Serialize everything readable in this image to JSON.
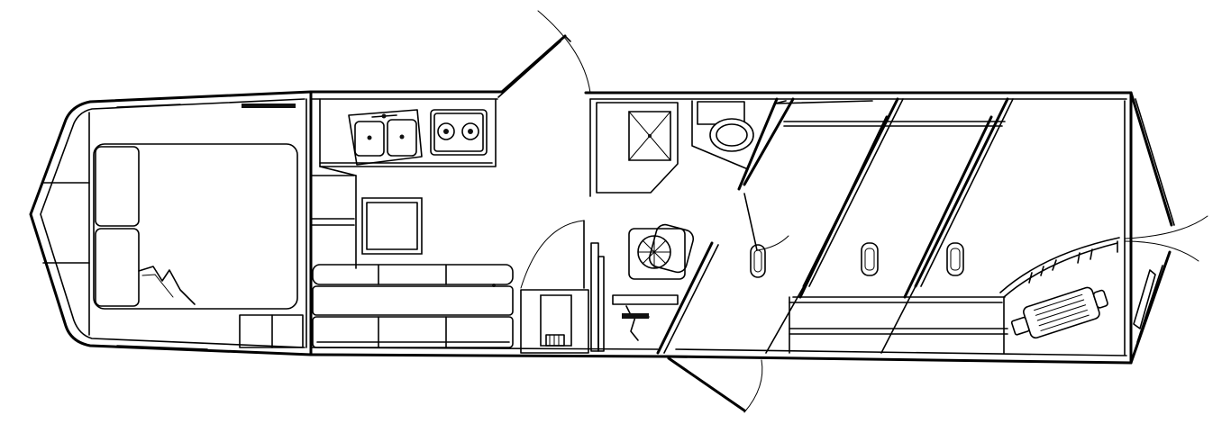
{
  "plan": {
    "kind": "floor-plan-line-drawing",
    "sections": [
      "gooseneck-bedroom",
      "living-quarters",
      "bathroom",
      "horse-stalls",
      "tack-area"
    ],
    "stall_count": 3,
    "line_color": "#000000",
    "background_color": "#ffffff"
  }
}
